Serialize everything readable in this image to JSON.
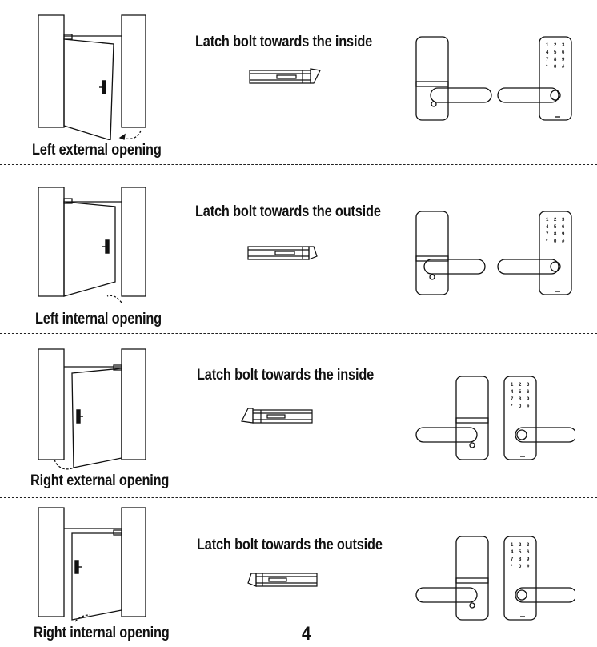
{
  "sections": [
    {
      "caption": "Left external opening",
      "latch_label": "Latch bolt towards the inside"
    },
    {
      "caption": "Left internal opening",
      "latch_label": "Latch bolt towards the outside"
    },
    {
      "caption": "Right external opening",
      "latch_label": "Latch bolt towards the inside"
    },
    {
      "caption": "Right internal opening",
      "latch_label": "Latch bolt towards the outside"
    }
  ],
  "keypad": [
    "1",
    "2",
    "3",
    "4",
    "5",
    "6",
    "7",
    "8",
    "9",
    "*",
    "0",
    "#"
  ],
  "page_number": "4",
  "icons": {
    "door": "door-diagram-icon",
    "latch": "latch-bolt-icon",
    "lock": "smart-lock-icon"
  }
}
